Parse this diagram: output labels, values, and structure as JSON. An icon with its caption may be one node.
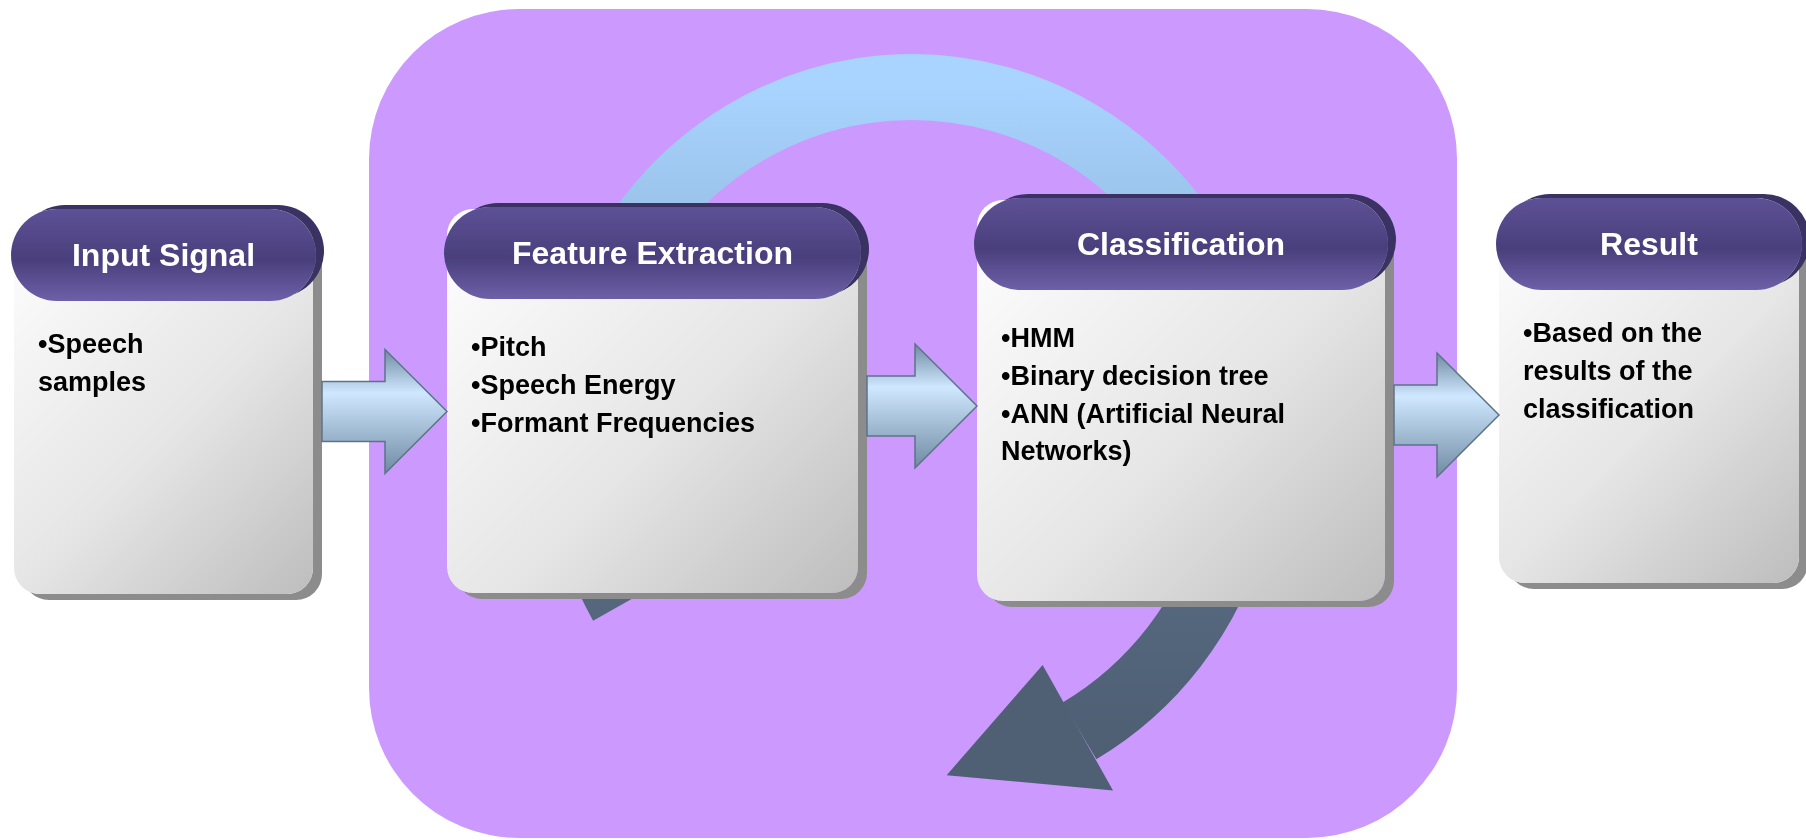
{
  "diagram": {
    "nodes": [
      {
        "text": [],
        "shape": "box"
      },
      {
        "text": [
          "Input Signal",
          "•Speech samples"
        ]
      },
      {
        "text": [
          "Feature Extraction",
          "•Pitch",
          "•Speech Energy",
          "•Formant Frequencies"
        ],
        "in": 0
      },
      {
        "text": [
          "Classification",
          "•HMM",
          "•Binary decision tree",
          "•ANN (Artificial Neural Networks)"
        ],
        "in": 0
      },
      {
        "text": [
          "Result",
          "•Based on the results of the classification"
        ]
      }
    ],
    "edges": [
      {
        "from": 1,
        "to": 2,
        "arrow": "to"
      },
      {
        "from": 2,
        "to": 3,
        "arrow": "to"
      },
      {
        "from": 3,
        "to": 4,
        "arrow": "to"
      }
    ]
  }
}
